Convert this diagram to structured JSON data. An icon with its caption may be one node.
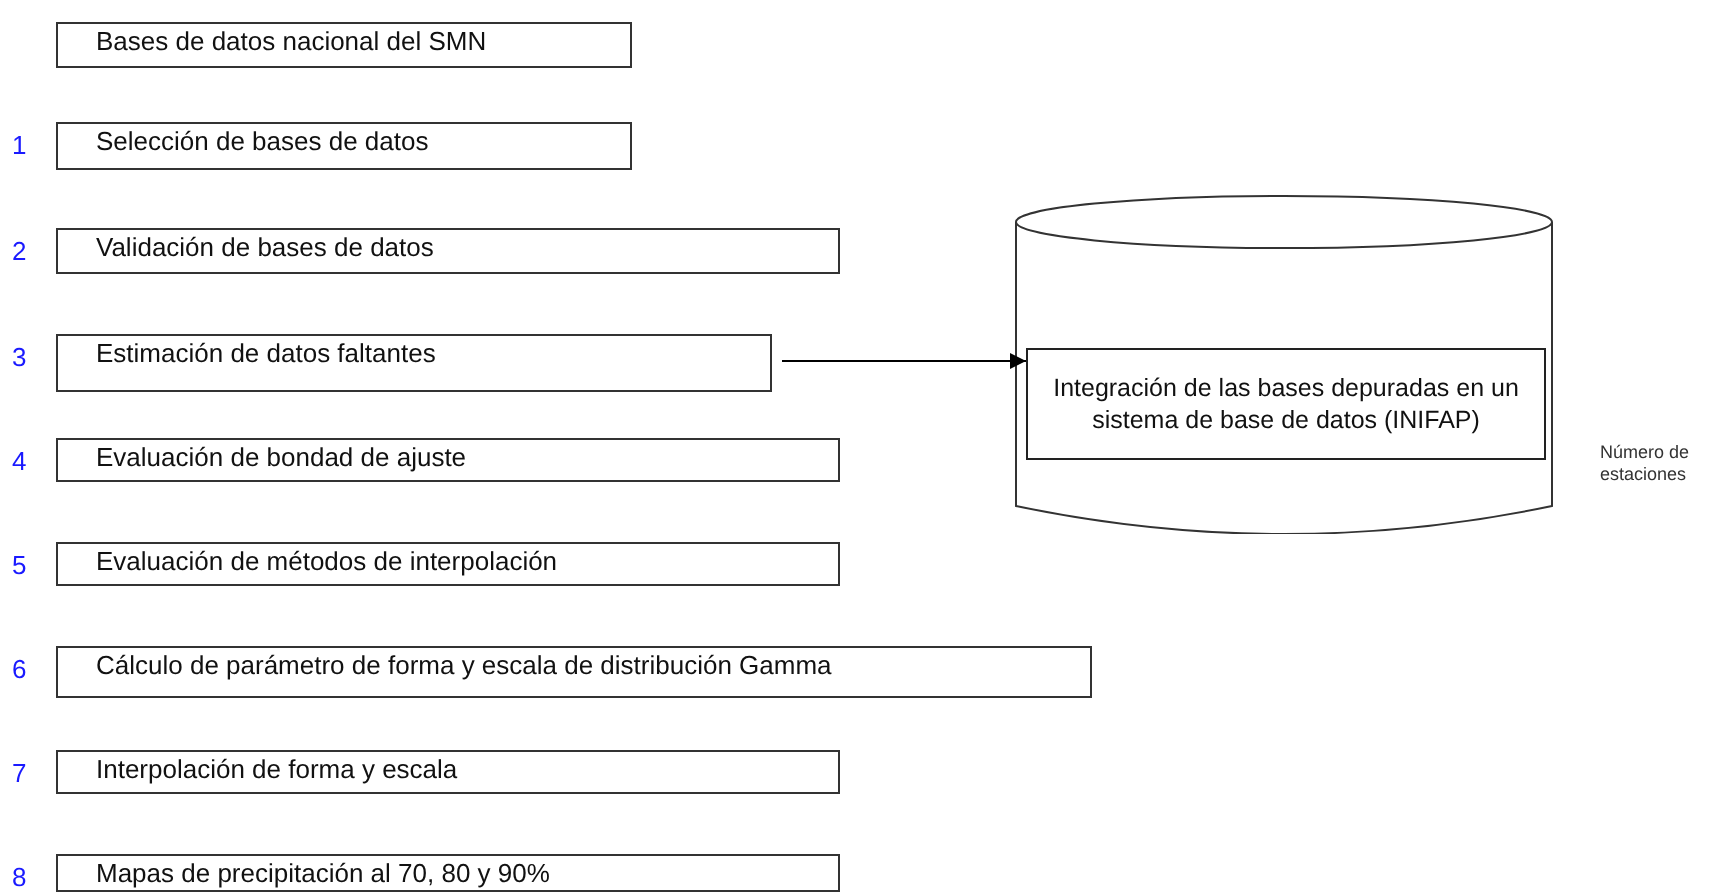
{
  "diagram": {
    "nodes": [
      {
        "text": [
          "Bases de datos nacional del SMN"
        ]
      },
      {
        "text": [
          "Selección de bases de datos"
        ],
        "beside": [
          "1"
        ]
      },
      {
        "text": [
          "Validación de bases de datos"
        ],
        "beside": [
          "2"
        ]
      },
      {
        "text": [
          "Estimación de datos faltantes"
        ],
        "beside": [
          "3"
        ]
      },
      {
        "text": [
          "Evaluación de bondad de ajuste"
        ],
        "beside": [
          "4"
        ]
      },
      {
        "text": [
          "Evaluación de métodos de interpolación"
        ],
        "beside": [
          "5"
        ]
      },
      {
        "text": [
          "Cálculo de parámetro de forma y escala de distribución Gamma"
        ],
        "beside": [
          "6"
        ]
      },
      {
        "text": [
          "Interpolación de forma y escala"
        ],
        "beside": [
          "7"
        ]
      },
      {
        "text": [
          "Mapas de precipitación al 70, 80 y 90%"
        ],
        "beside": [
          "8"
        ]
      },
      {
        "text": [],
        "shape": "cylinder"
      },
      {
        "text": [
          "Integración de las bases depuradas en un sistema de base de datos (INIFAP)"
        ],
        "in": 9
      }
    ],
    "edges": [
      {
        "from": 3,
        "to": 10,
        "arrow": "to"
      }
    ],
    "labels": [
      "Número de estaciones"
    ]
  }
}
